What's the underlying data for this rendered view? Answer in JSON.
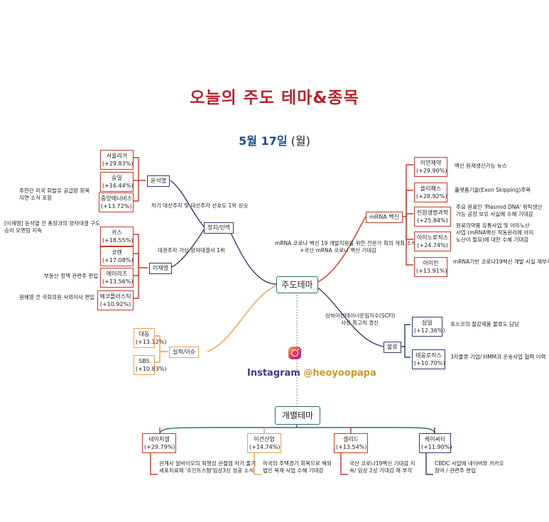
{
  "title": "오늘의 주도 테마&종목",
  "date": {
    "month_day": "5월 17일",
    "weekday": "(월)"
  },
  "center": "주도테마",
  "individual_hub": "개별테마",
  "instagram": {
    "label": "Instagram",
    "handle": "@heoyoopapa"
  },
  "colors": {
    "title": "#b3262e",
    "red_box": "#c0392b",
    "orange_box": "#e8a050",
    "navy": "#2c3e6b",
    "teal": "#2c6e6e"
  },
  "themes": {
    "politics": {
      "label": "정치/인맥",
      "yoon": {
        "label": "윤석열",
        "note": "차기 대선주자 및 대선주자 선호도 1위 상승",
        "stocks": [
          {
            "name": "서울리거",
            "pct": "(+29.83%)"
          },
          {
            "name": "승일",
            "pct": "(+16.44%)"
          },
          {
            "name": "중앙에너비스",
            "pct": "(+13.72%)"
          }
        ],
        "stock_note": [
          "주한간 미국 휘발유 공급망 회복",
          "지연 소식 포함"
        ]
      },
      "lee": {
        "label": "이재명",
        "note": "대권주자 가상 양자대결서 1위",
        "stocks": [
          {
            "name": "카스",
            "pct": "(+18.55%)"
          },
          {
            "name": "코렌",
            "pct": "(+17.08%)"
          },
          {
            "name": "에이리츠",
            "pct": "(+13.56%)"
          },
          {
            "name": "에코플러스틱",
            "pct": "(+10.92%)"
          }
        ],
        "notes": [
          "[이재명] 윤석열 전 총장과의 양자대결 구도",
          "승리 모멘텀 지속",
          "부동산 정책 관련주 편입",
          "원혜영 전 국회의원 사외이사 편입"
        ]
      }
    },
    "earnings": {
      "label": "실적/이슈",
      "stocks": [
        {
          "name": "대동",
          "pct": "(+13.12%)"
        },
        {
          "name": "SBS",
          "pct": "(+10.83%)"
        }
      ]
    },
    "mrna": {
      "label": "mRNA 백신",
      "note": [
        "mRNA 코로나 백신 19 개발지원을 위한 전문가 회의 개최 소식",
        "+국산 mRNA 코로나 백신 기대감"
      ],
      "stocks": [
        {
          "name": "이연제약",
          "pct": "(+29.90%)",
          "desc": [
            "백신 원재생산가능 뉴스"
          ]
        },
        {
          "name": "올리패스",
          "pct": "(+28.92%)",
          "desc": [
            "플랫폼기술(Exon Skipping)주목"
          ]
        },
        {
          "name": "진원생명과학",
          "pct": "(+25.84%)",
          "desc": [
            "주요 원료인 'Plasmid DNA' 위탁생산",
            "가능 공장 보유 사실에 수혜 기대감"
          ]
        },
        {
          "name": "아미노로직스",
          "pct": "(+24.74%)",
          "desc": [
            "원료의약품 유통사업 및 아미노산",
            "사업 (mRNA백신 작동원리에 아미",
            "노산이 필요)에 대한 수혜 기대감"
          ]
        },
        {
          "name": "아이진",
          "pct": "(+13.91%)",
          "desc": [
            "mRNA기반 코로나19백신 개발 사실 재부각"
          ]
        }
      ]
    },
    "logistics": {
      "label": "물류",
      "note": [
        "상하이컨테이너운임지수(SCFI)",
        "사상 최고치 경신"
      ],
      "stocks": [
        {
          "name": "삼일",
          "pct": "(+12.36%)",
          "desc": [
            "포스코의 철강제품 물류도 담당"
          ]
        },
        {
          "name": "태웅로직스",
          "pct": "(+10.70%)",
          "desc": [
            "3자물류 기업/ HMM과 운송사업 협력 이력"
          ]
        }
      ]
    }
  },
  "individual": [
    {
      "name": "네이처셀",
      "pct": "(+29.79%)",
      "desc": [
        "관계사 알바이오의 퇴행성 관절염 자가 줄기",
        "세포치료제 '조인트스템'임상3상 성공 소식"
      ]
    },
    {
      "name": "이건산업",
      "pct": "(+14.74%)",
      "desc": [
        "미국의 주택경기 회복으로 해외",
        "법인 목재 사업 수혜 기대감"
      ]
    },
    {
      "name": "셀리드",
      "pct": "(+13.54%)",
      "desc": [
        "국산 코로나19백신 기대감 지",
        "속/ 임상 2상 기대감 재 부각"
      ]
    },
    {
      "name": "케이씨티",
      "pct": "(+11.90%)",
      "desc": [
        "CBDC 사업에 네이버와 카카오",
        "참여 / 관련주 편입"
      ]
    }
  ]
}
